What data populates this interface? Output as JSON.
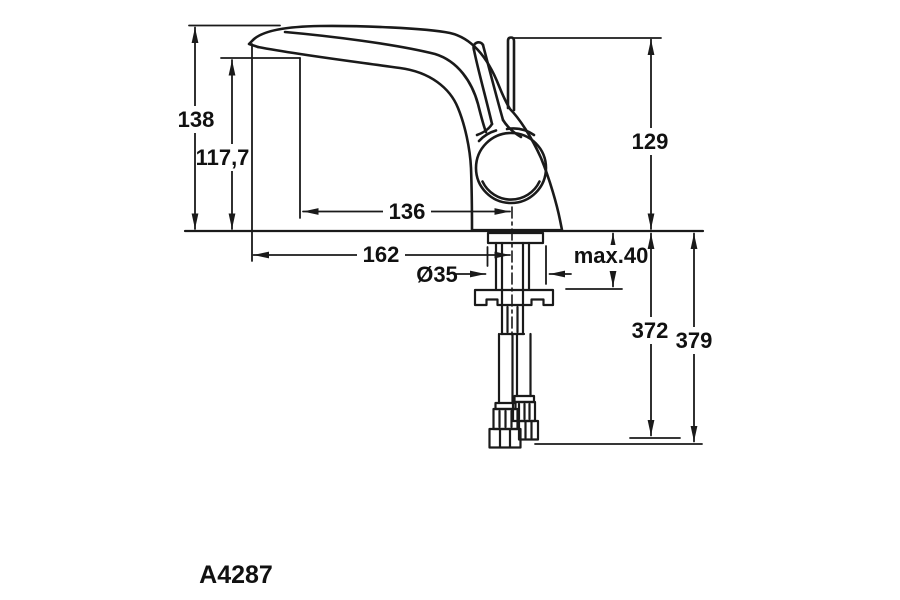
{
  "drawing": {
    "product_code": "A4287",
    "line_color": "#1a1a1a",
    "background_color": "#ffffff"
  },
  "labels": {
    "total_height": "138",
    "outlet_height": "117,7",
    "outlet_reach": "136",
    "overall_reach": "162",
    "hole_diameter": "Ø35",
    "max_thickness": "max.40",
    "handle_height": "129",
    "supply_length_inner": "372",
    "supply_length_outer": "379",
    "product_code": "A4287"
  }
}
